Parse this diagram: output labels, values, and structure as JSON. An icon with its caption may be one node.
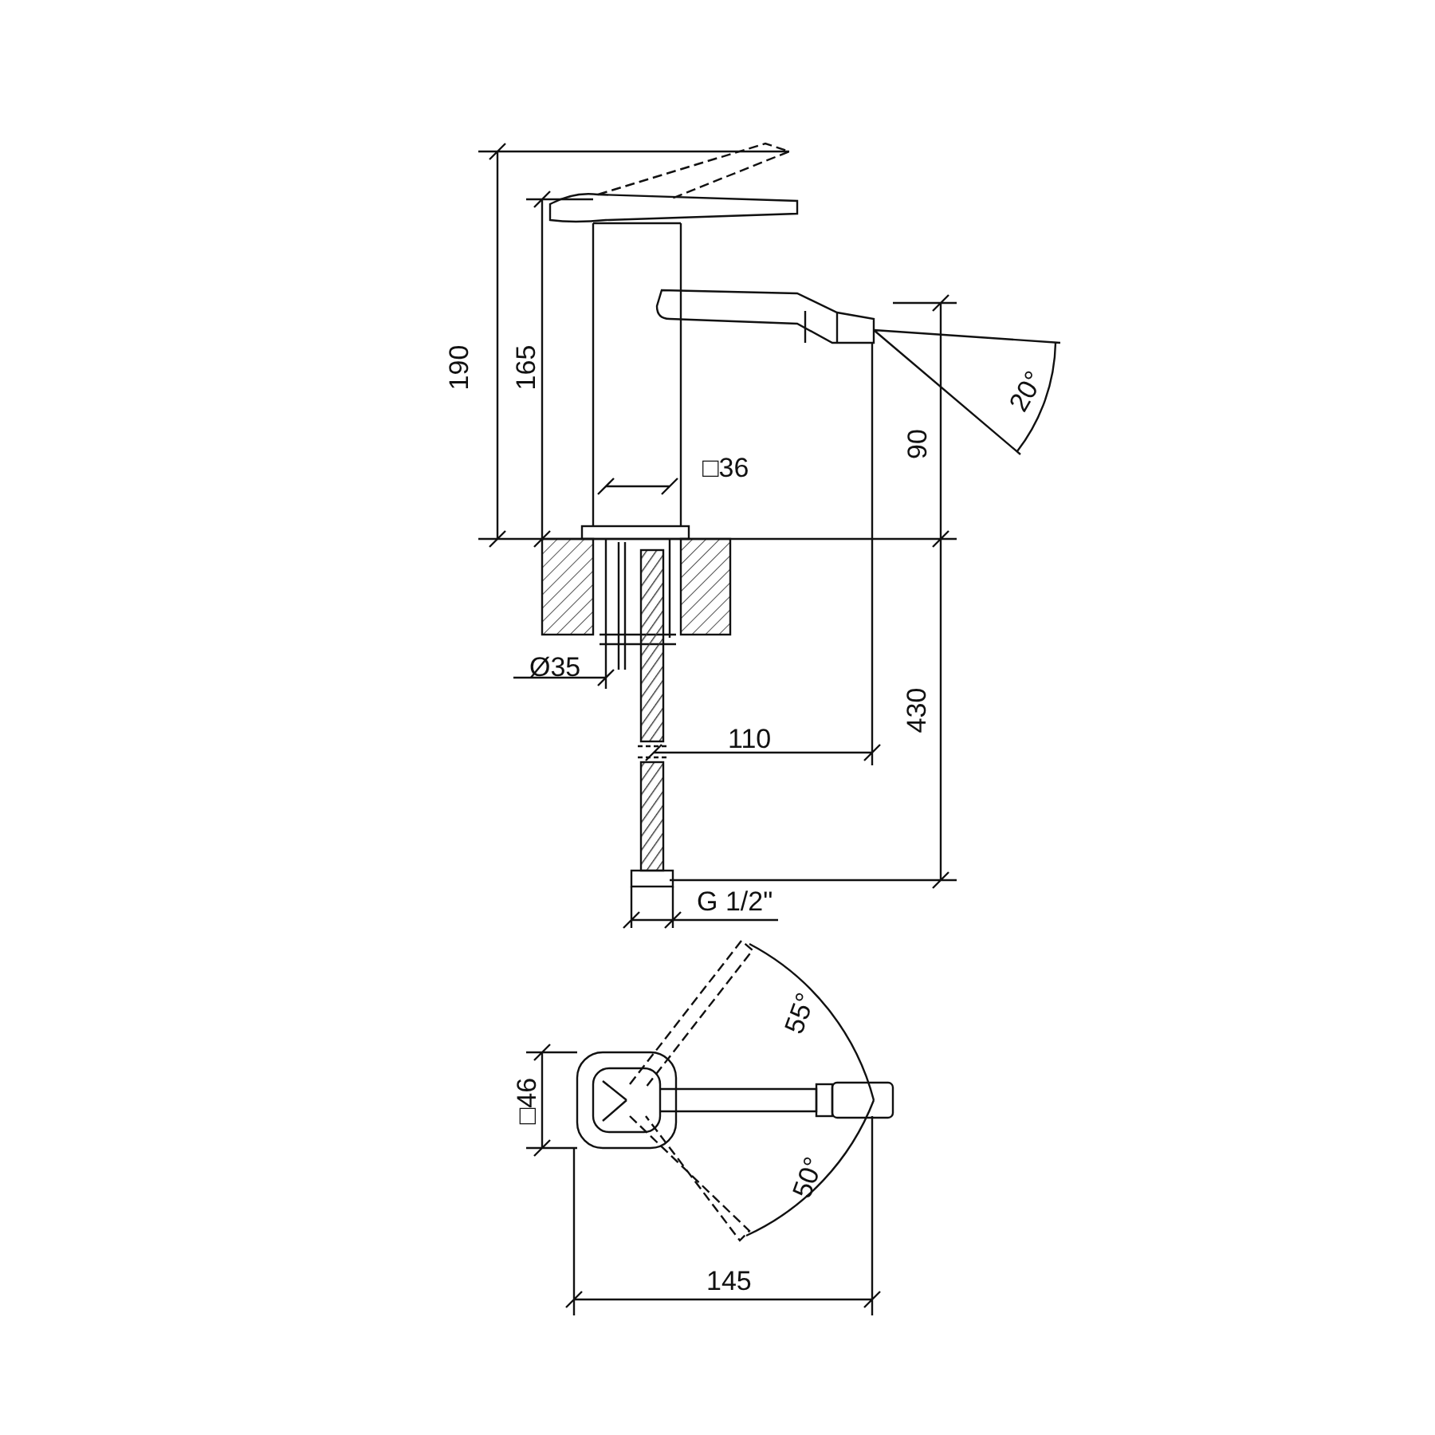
{
  "diagram": {
    "labels": [
      "190",
      "165",
      "20°",
      "90",
      "□36",
      "Ø35",
      "110",
      "430",
      "G 1/2\"",
      "55°",
      "□46",
      "50°",
      "145"
    ]
  }
}
